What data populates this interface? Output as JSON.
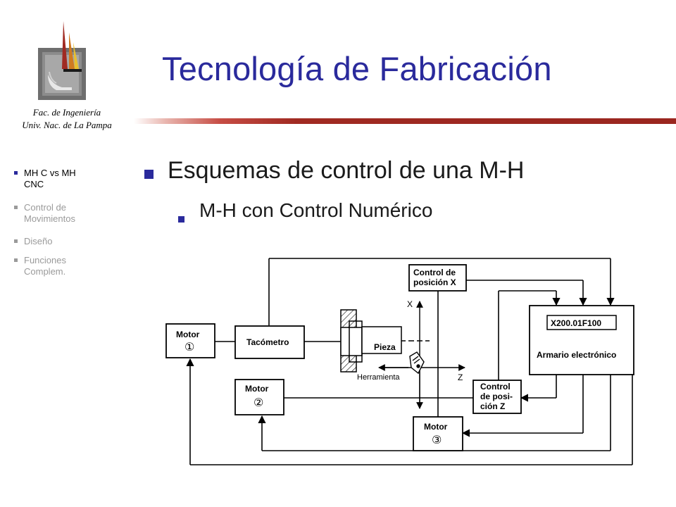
{
  "institution": {
    "line1": "Fac. de Ingeniería",
    "line2": "Univ. Nac. de La Pampa",
    "logo_icon": "flame-emblem-icon"
  },
  "header": {
    "title": "Tecnología de Fabricación"
  },
  "sidebar": {
    "items": [
      {
        "label": "MH C vs MH CNC",
        "active": true
      },
      {
        "label": "Control de Movimientos",
        "active": false
      },
      {
        "label": "Diseño",
        "active": false
      },
      {
        "label": "Funciones Complem.",
        "active": false
      }
    ]
  },
  "content": {
    "heading": "Esquemas de control de una M-H",
    "subheading": "M-H con Control Numérico"
  },
  "diagram": {
    "motor1": {
      "label": "Motor",
      "number": "①"
    },
    "motor2": {
      "label": "Motor",
      "number": "②"
    },
    "motor3": {
      "label": "Motor",
      "number": "③"
    },
    "tacometro": "Tacómetro",
    "pieza": "Pieza",
    "herramienta": "Herramienta",
    "axis_x": "X",
    "axis_z": "Z",
    "control_x": {
      "line1": "Control de",
      "line2": "posición X"
    },
    "control_z": {
      "line1": "Control",
      "line2": "de posi-",
      "line3": "ción Z"
    },
    "armario": {
      "display": "X200.01F100",
      "label": "Armario electrónico"
    }
  },
  "colors": {
    "title_blue": "#2a2a9c",
    "bullet_blue": "#2a2a9c",
    "rule_red": "#9a261f",
    "dim_gray": "#9a9a9a"
  }
}
